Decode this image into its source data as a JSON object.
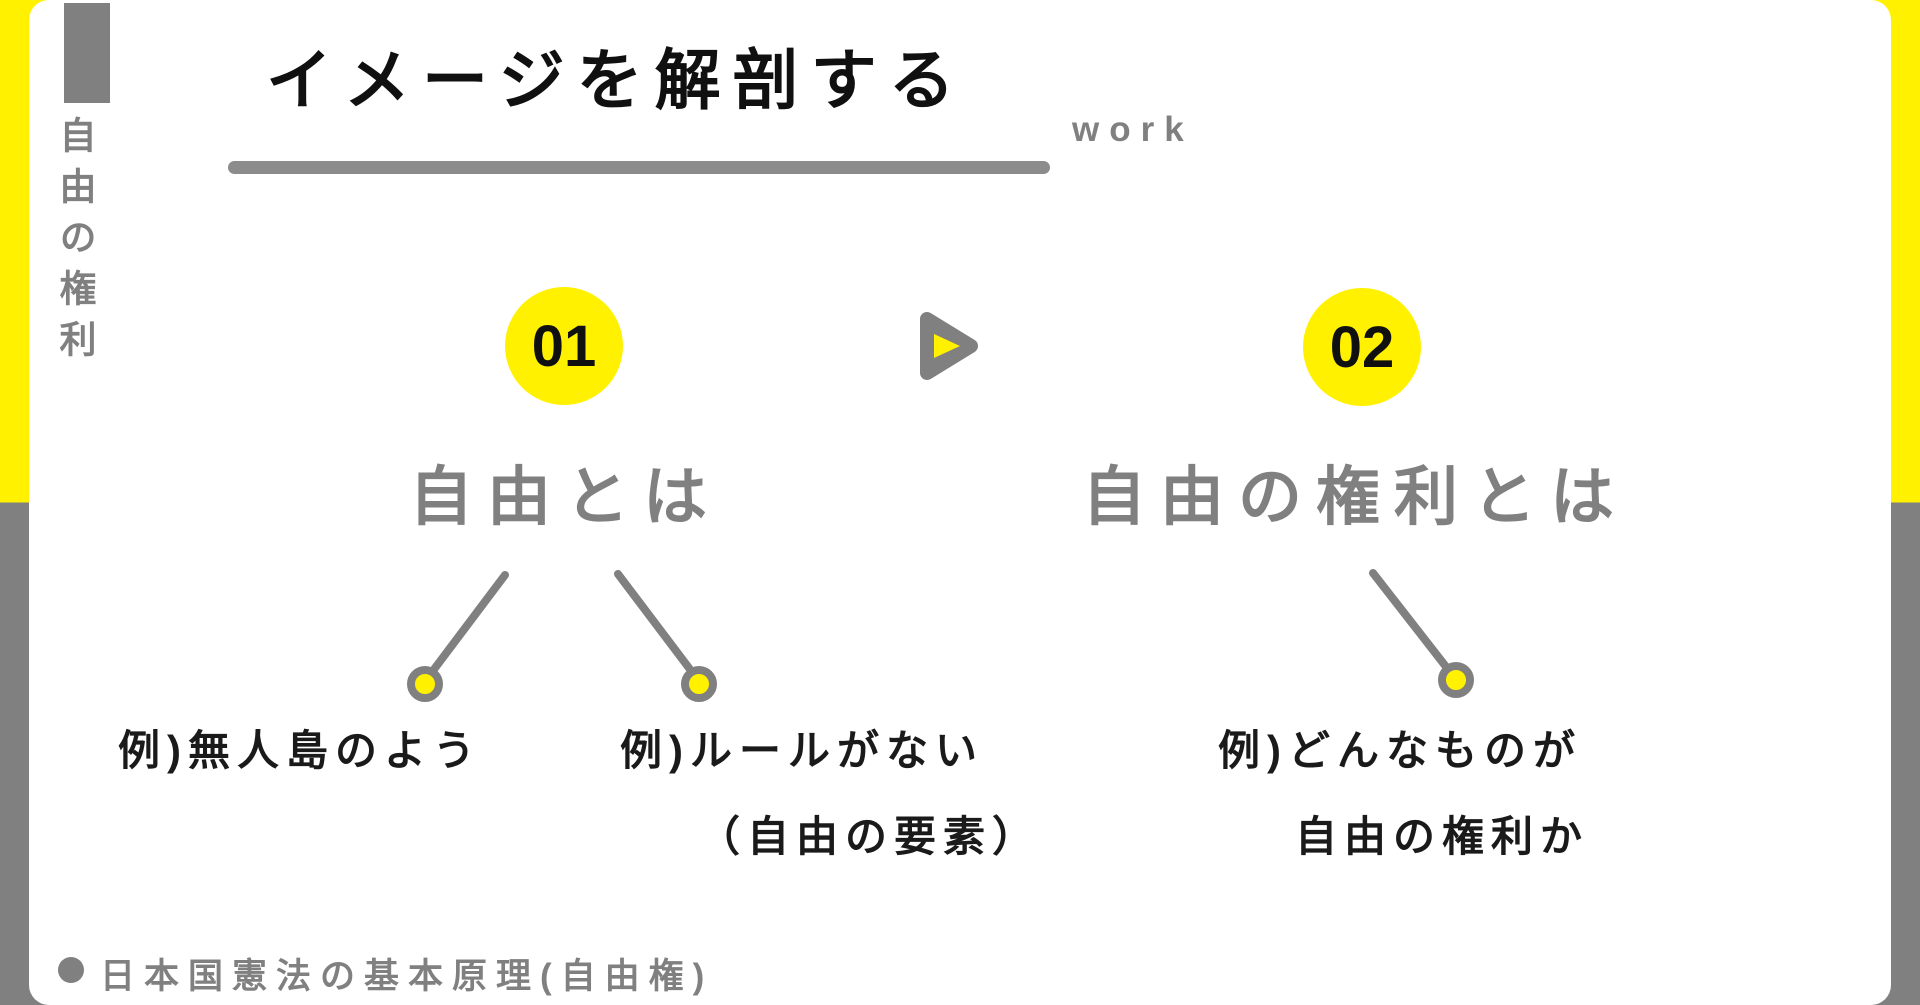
{
  "page": {
    "sidebar_label": "自由の権利",
    "header": {
      "title": "イメージを解剖する",
      "tag": "work"
    },
    "footer": {
      "text": "日本国憲法の基本原理(自由権)"
    }
  },
  "columns": [
    {
      "number": "01",
      "heading": "自由とは",
      "examples": [
        {
          "line1": "例)無人島のよう",
          "line2": ""
        },
        {
          "line1": "例)ルールがない",
          "line2": "（自由の要素）"
        }
      ]
    },
    {
      "number": "02",
      "heading": "自由の権利とは",
      "examples": [
        {
          "line1": "例)どんなものが",
          "line2": "自由の権利か"
        }
      ]
    }
  ],
  "colors": {
    "accent_yellow": "#FFF100",
    "gray": "#808080",
    "text_black": "#1A1A1A"
  }
}
